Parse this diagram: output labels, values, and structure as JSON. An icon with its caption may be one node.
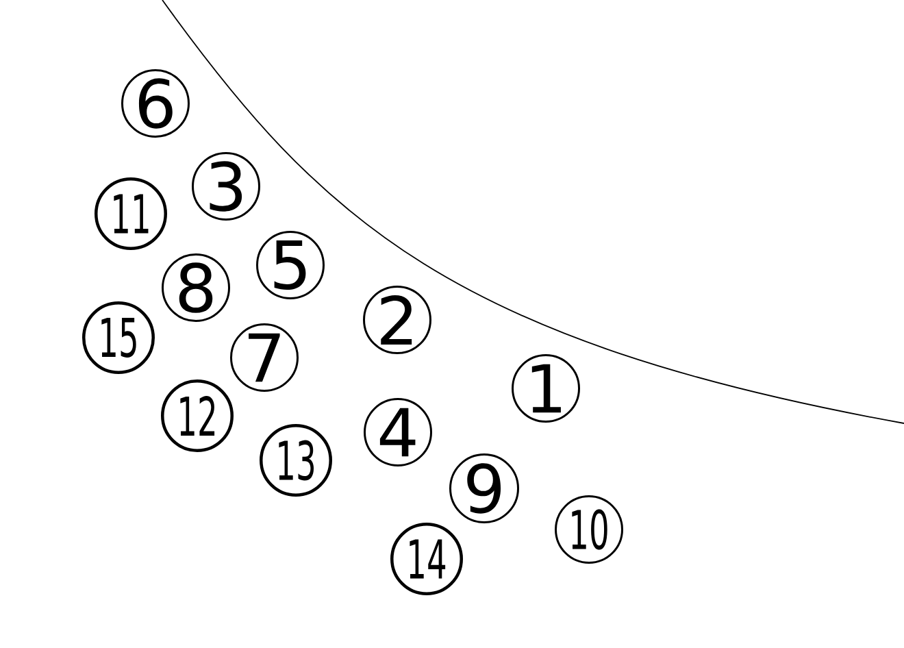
{
  "diagram": {
    "nodes": [
      {
        "text": [
          "6"
        ]
      },
      {
        "text": [
          "3"
        ]
      },
      {
        "text": [
          "11"
        ]
      },
      {
        "text": [
          "5"
        ]
      },
      {
        "text": [
          "8"
        ]
      },
      {
        "text": [
          "2"
        ]
      },
      {
        "text": [
          "15"
        ]
      },
      {
        "text": [
          "7"
        ]
      },
      {
        "text": [
          "1"
        ]
      },
      {
        "text": [
          "12"
        ]
      },
      {
        "text": [
          "4"
        ]
      },
      {
        "text": [
          "13"
        ]
      },
      {
        "text": [
          "9"
        ]
      },
      {
        "text": [
          "10"
        ]
      },
      {
        "text": [
          "14"
        ]
      }
    ]
  }
}
